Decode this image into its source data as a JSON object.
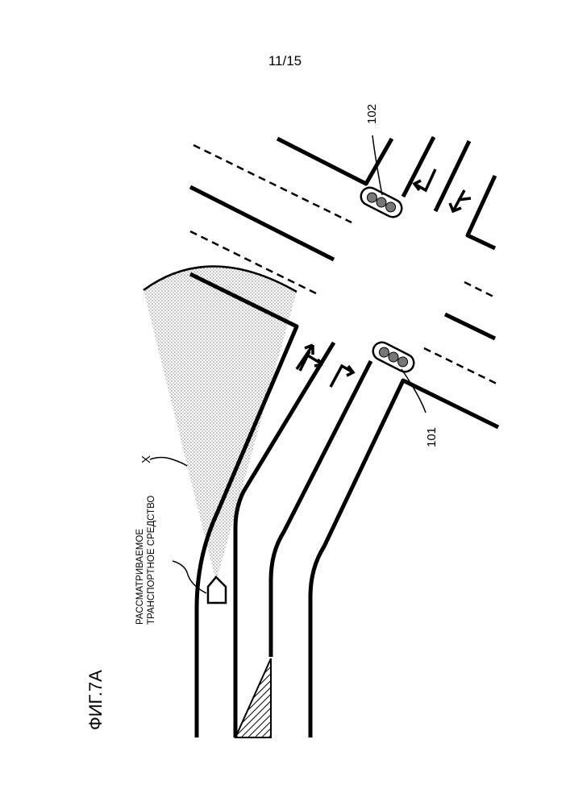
{
  "page_number": "11/15",
  "figure_label": "ФИГ.7А",
  "labels": {
    "signal_101": "101",
    "signal_102": "102",
    "zone_x": "X",
    "vehicle_line1": "РАССМАТРИВАЕМОЕ",
    "vehicle_line2": "ТРАНСПОРТНОЕ СРЕДСТВО"
  },
  "icons": [
    "traffic-signal-101-icon",
    "traffic-signal-102-icon",
    "vehicle-icon",
    "lane-arrow-icon"
  ]
}
